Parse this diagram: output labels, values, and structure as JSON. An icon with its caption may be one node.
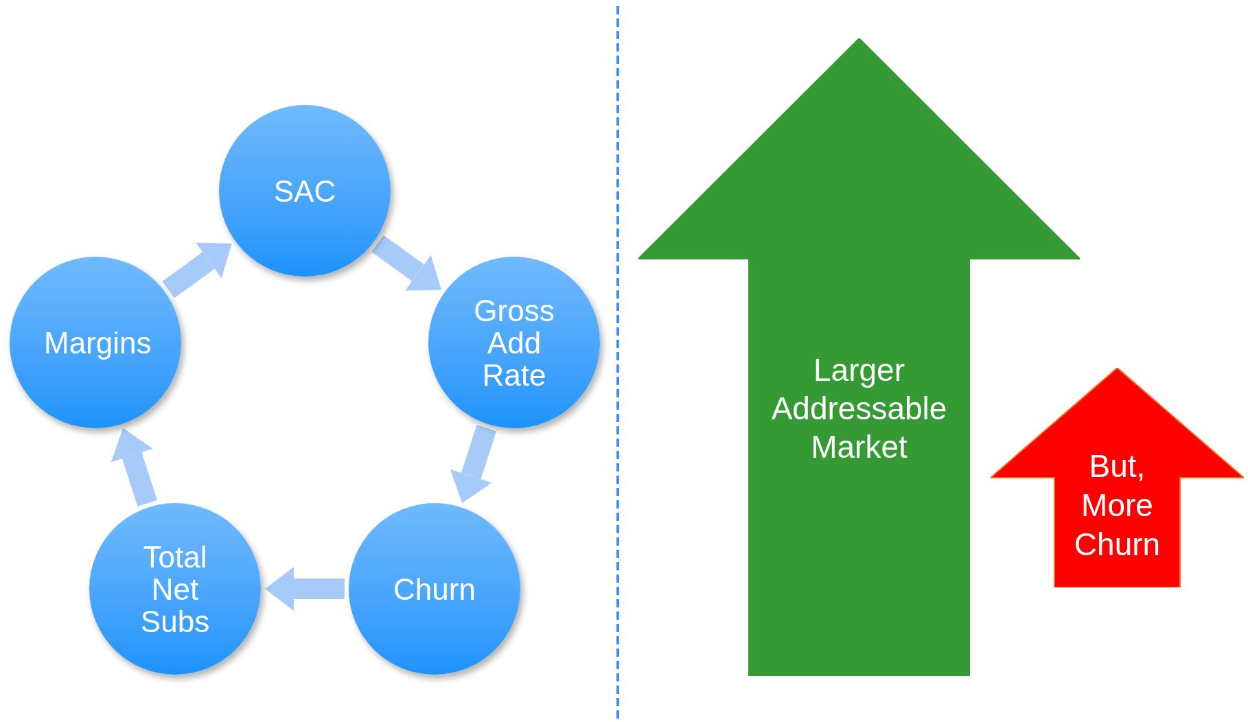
{
  "diagram": {
    "nodes": [
      {
        "text": [
          "SAC"
        ]
      },
      {
        "text": [
          "Gross Add Rate"
        ]
      },
      {
        "text": [
          "Churn"
        ]
      },
      {
        "text": [
          "Total Net Subs"
        ]
      },
      {
        "text": [
          "Margins"
        ]
      },
      {
        "text": [
          "Larger Addressable Market"
        ]
      },
      {
        "text": [
          "But, More Churn"
        ]
      }
    ],
    "edges": [
      {
        "from": 0,
        "to": 1,
        "arrow": "to"
      },
      {
        "from": 1,
        "to": 2,
        "arrow": "to"
      },
      {
        "from": 2,
        "to": 3,
        "arrow": "to"
      },
      {
        "from": 3,
        "to": 4,
        "arrow": "to"
      },
      {
        "from": 4,
        "to": 0,
        "arrow": "to"
      }
    ]
  }
}
